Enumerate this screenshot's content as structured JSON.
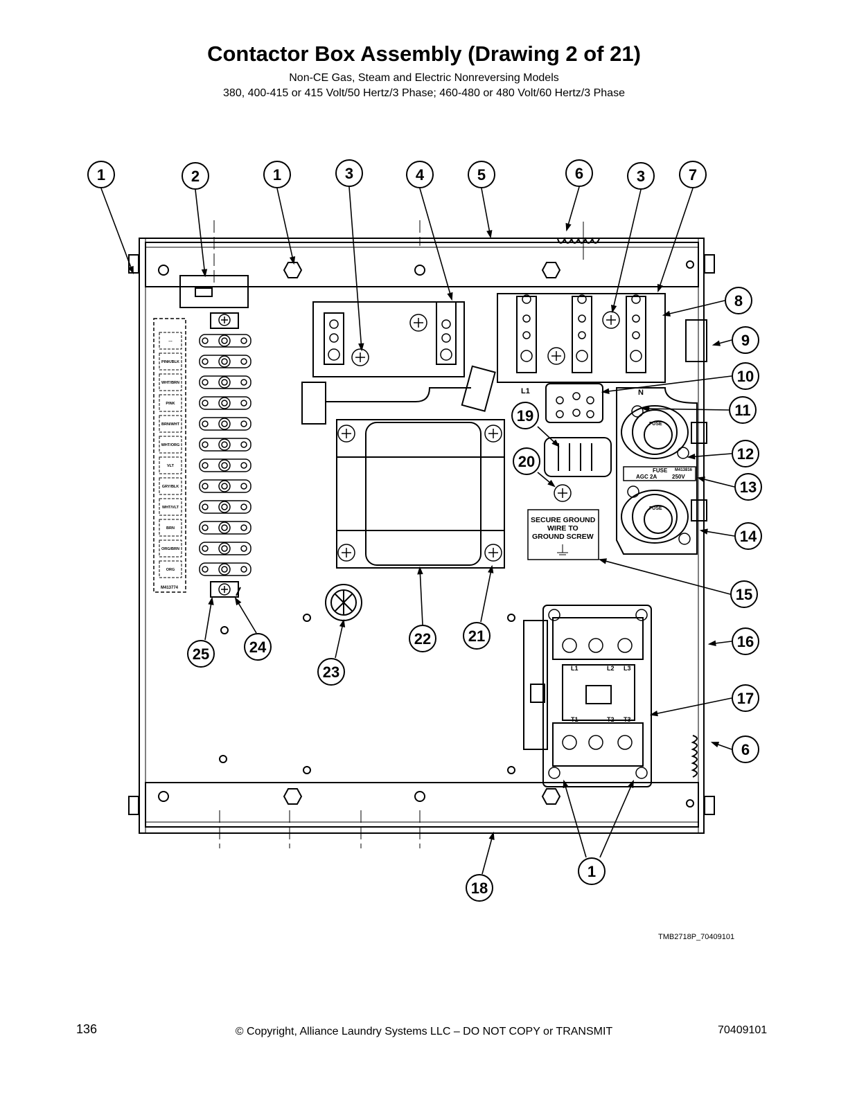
{
  "header": {
    "title": "Contactor Box Assembly (Drawing 2 of 21)",
    "subtitle_1": "Non-CE Gas, Steam and Electric Nonreversing Models",
    "subtitle_2": "380, 400-415 or 415 Volt/50 Hertz/3 Phase; 460-480 or 480 Volt/60 Hertz/3 Phase"
  },
  "callouts": [
    "1",
    "2",
    "1",
    "3",
    "4",
    "5",
    "6",
    "3",
    "7",
    "8",
    "9",
    "10",
    "11",
    "12",
    "13",
    "14",
    "15",
    "16",
    "17",
    "6",
    "18",
    "1",
    "19",
    "20",
    "21",
    "22",
    "23",
    "24",
    "25"
  ],
  "terminal_strip": {
    "labels": [
      "---",
      "PINK/BLK",
      "WHT/BRN",
      "PINK",
      "BRN/WHT",
      "WHT/ORG",
      "VLT",
      "GRY/BLK",
      "WHT/VLT",
      "BRN",
      "ORG/BRN",
      "ORG"
    ],
    "part_no": "M413774"
  },
  "fuse_label": {
    "line1": "FUSE",
    "part": "M413816",
    "rating": "AGC 2A",
    "voltage": "250V"
  },
  "fuse_text": "FUSE",
  "terminal_tags": {
    "l1": "L1",
    "n": "N"
  },
  "ground_label": [
    "SECURE GROUND",
    "WIRE TO",
    "GROUND SCREW"
  ],
  "contactor_labels": {
    "top": [
      "L1",
      "L2",
      "L3"
    ],
    "bottom": [
      "T1",
      "T2",
      "T3"
    ]
  },
  "footer": {
    "drawing_id": "TMB2718P_70409101",
    "page_number": "136",
    "copyright": "© Copyright, Alliance Laundry Systems LLC – DO NOT COPY or TRANSMIT",
    "doc_number": "70409101"
  }
}
